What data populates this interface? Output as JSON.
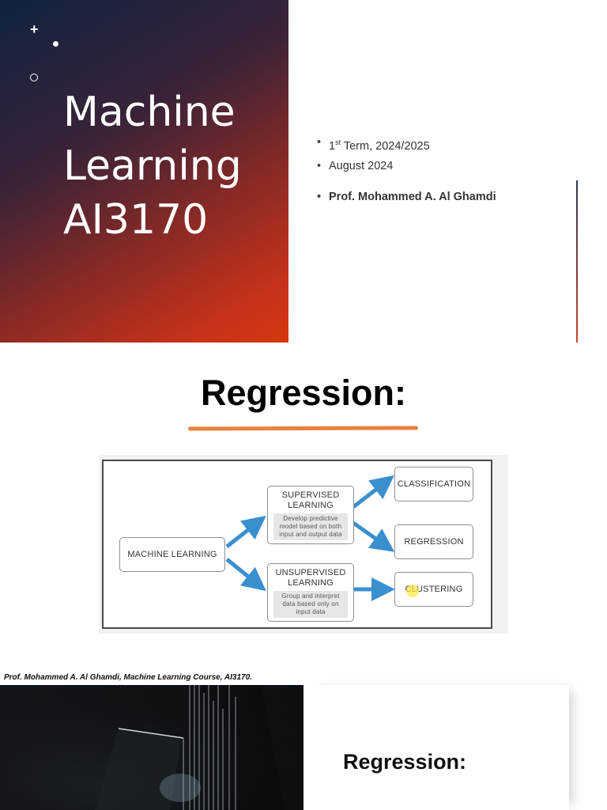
{
  "slide1": {
    "title_lines": [
      "Machine",
      "Learning",
      "AI3170"
    ],
    "term_ordinal": "1",
    "term_sup": "st",
    "term_rest": " Term, 2024/2025",
    "date": "August 2024",
    "professor": "Prof. Mohammed A. Al Ghamdi",
    "colors": {
      "gradient_start": "#0f2340",
      "gradient_end": "#d4380f"
    }
  },
  "slide2": {
    "title": "Regression:",
    "underline_color": "#e8823e",
    "diagram": {
      "root": "MACHINE LEARNING",
      "supervised": {
        "title_line1": "SUPERVISED",
        "title_line2": "LEARNING",
        "desc": "Develop predictive model based on both input and output data"
      },
      "unsupervised": {
        "title_line1": "UNSUPERVISED",
        "title_line2": "LEARNING",
        "desc": "Group and interpret data based only on input data"
      },
      "classification": "CLASSIFICATION",
      "regression": "REGRESSION",
      "clustering": "CLUSTERING",
      "arrow_color": "#3a8fcf"
    },
    "caption": "Prof. Mohammed A. Al Ghamdi, Machine Learning Course, AI3170."
  },
  "slide3": {
    "title": "Regression:"
  }
}
